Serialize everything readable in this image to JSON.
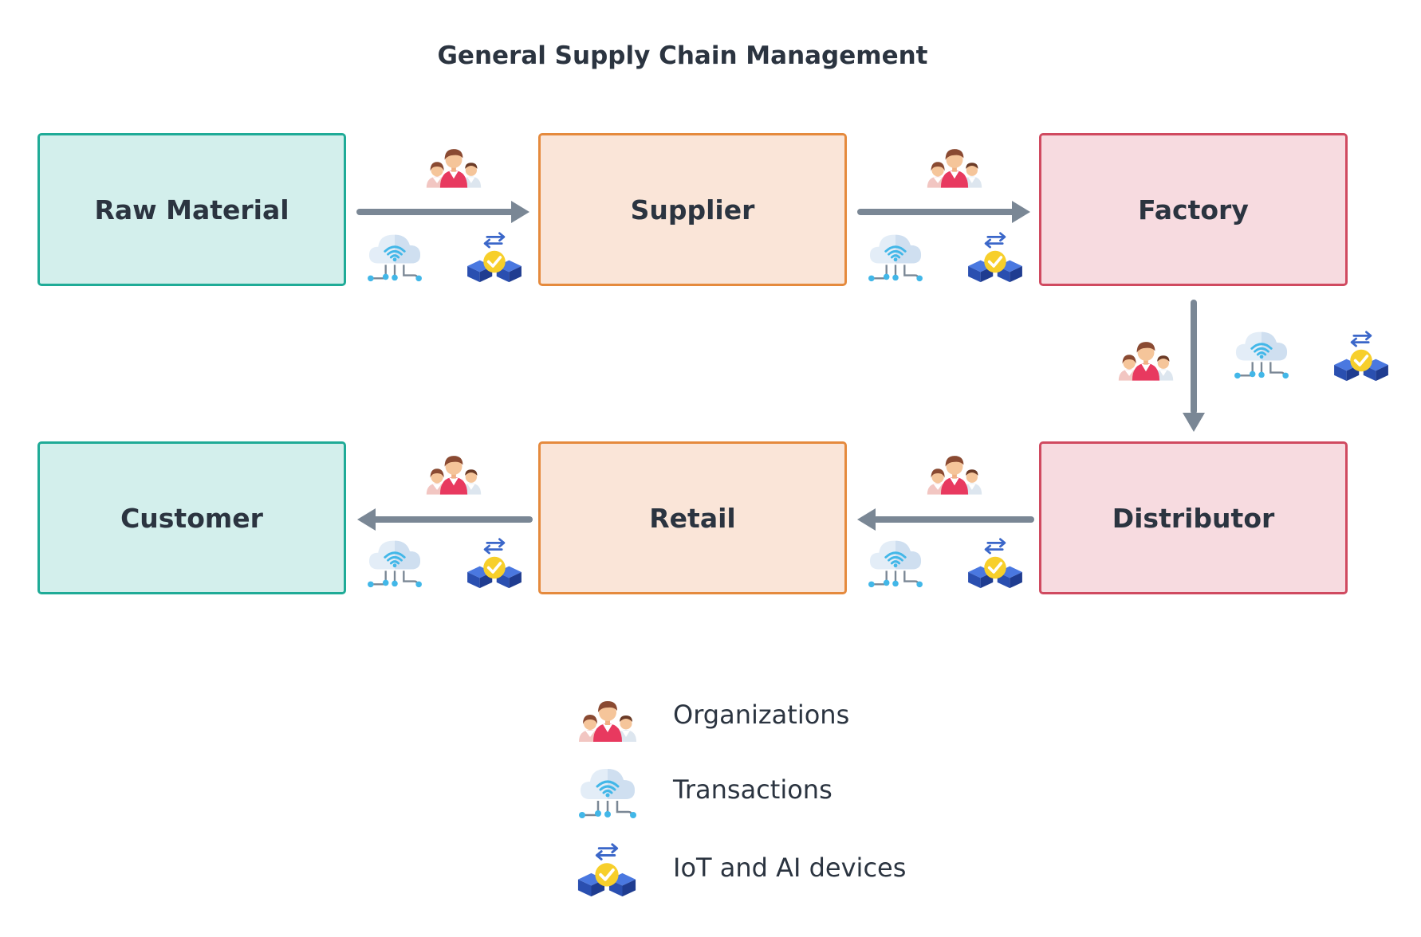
{
  "title": "General Supply Chain Management",
  "nodes": {
    "raw_material": "Raw Material",
    "supplier": "Supplier",
    "factory": "Factory",
    "customer": "Customer",
    "retail": "Retail",
    "distributor": "Distributor"
  },
  "legend": {
    "organizations": "Organizations",
    "transactions": "Transactions",
    "devices": "IoT and AI devices"
  },
  "colors": {
    "teal_fill": "#d3efec",
    "teal_border": "#1fab97",
    "orange_fill": "#fae5d8",
    "orange_border": "#e58a3d",
    "red_fill": "#f7dbe0",
    "red_border": "#d04a60",
    "arrow": "#7a8795"
  },
  "icons": [
    "people-group-icon",
    "cloud-network-icon",
    "blockchain-cubes-icon"
  ]
}
